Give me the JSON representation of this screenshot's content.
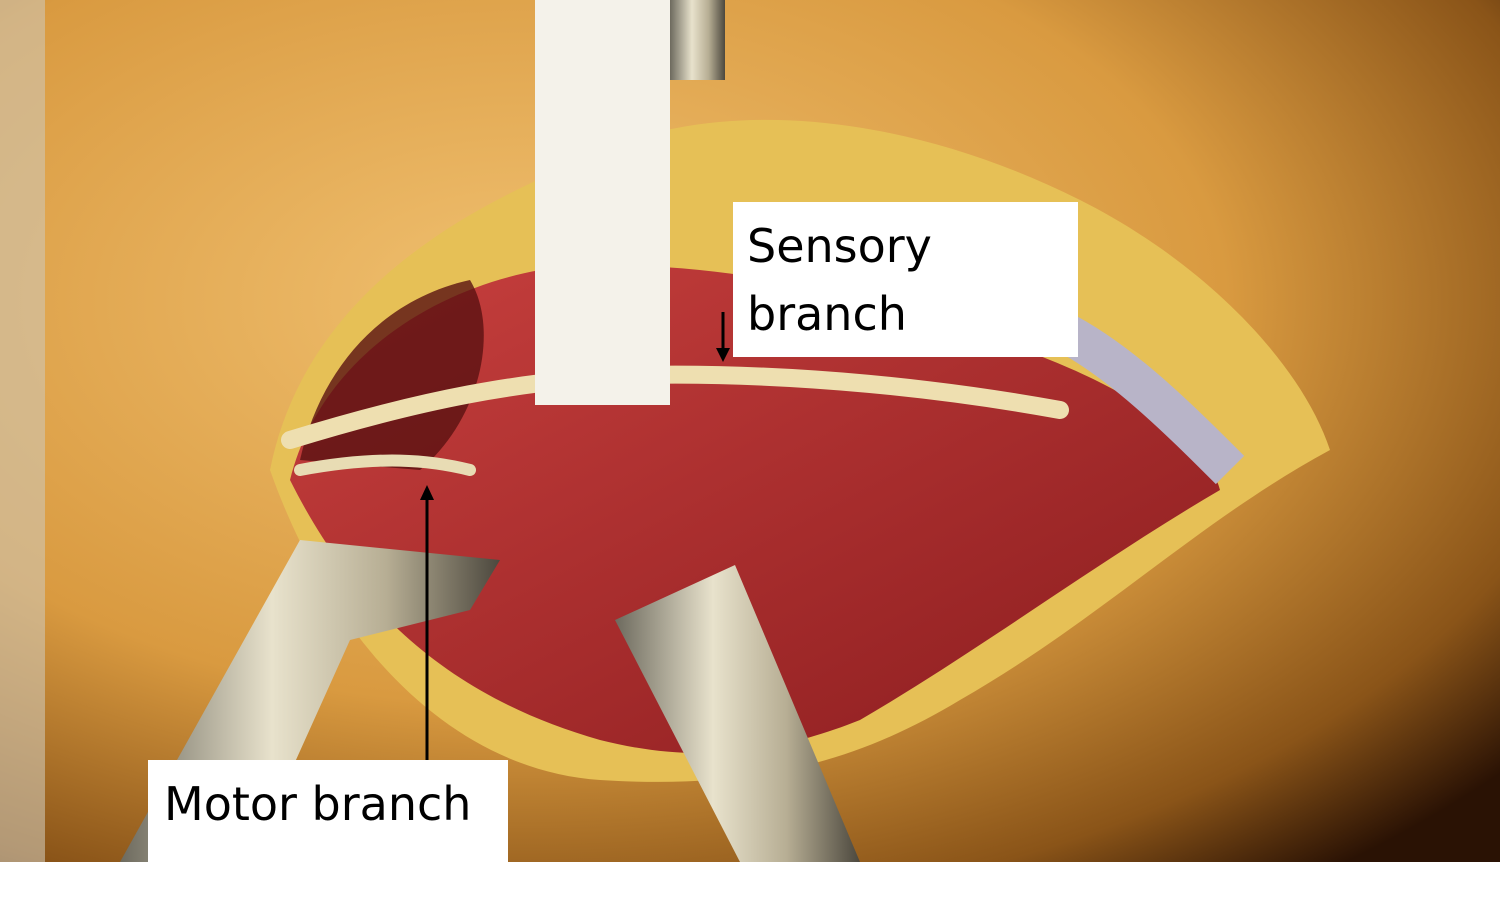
{
  "labels": {
    "sensory_line1": "Sensory",
    "sensory_line2": "branch",
    "motor": "Motor branch"
  },
  "colors": {
    "skin": "#d9a24a",
    "muscle": "#a8262a",
    "fat": "#e8c45a",
    "nerve": "#eedfb0"
  }
}
